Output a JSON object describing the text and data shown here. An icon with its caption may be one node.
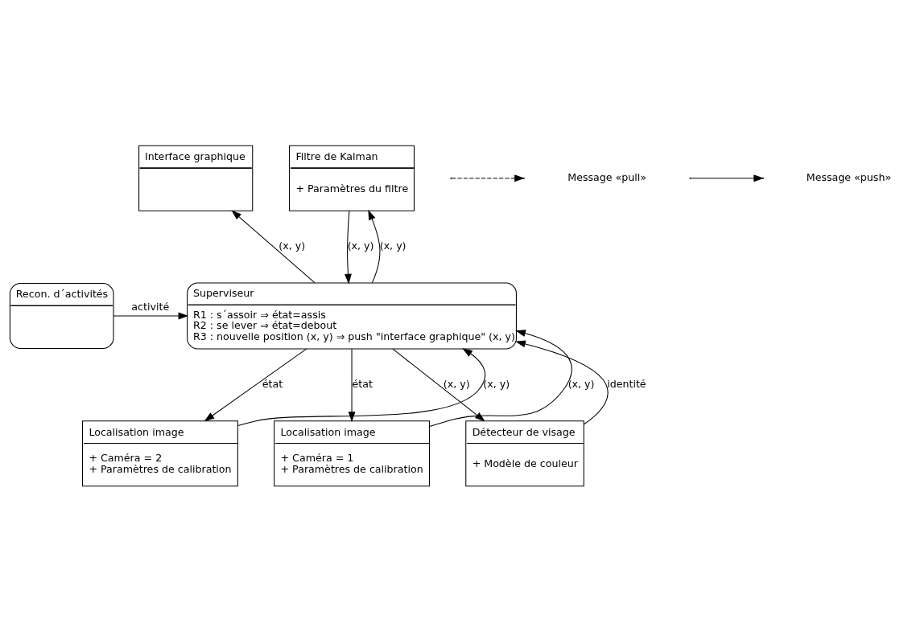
{
  "diagram": {
    "nodes": [
      {
        "text": [
          "Interface graphique"
        ]
      },
      {
        "text": [
          "Filtre de Kalman",
          "+ Paramètres du filtre"
        ]
      },
      {
        "text": [
          "Superviseur",
          "R1 : s´assoir ⇒ état=assis",
          "R2 : se lever ⇒ état=debout",
          "R3 : nouvelle position (x, y) ⇒ push \"interface graphique\" (x, y)"
        ]
      },
      {
        "text": [
          "Recon. d´activités"
        ]
      },
      {
        "text": [
          "Localisation image",
          "+ Caméra = 2",
          "+ Paramètres de calibration"
        ]
      },
      {
        "text": [
          "Localisation image",
          "+ Caméra = 1",
          "+ Paramètres de calibration"
        ]
      },
      {
        "text": [
          "Détecteur de visage",
          "+ Modèle de couleur"
        ]
      }
    ],
    "edges": [
      {
        "from": 2,
        "to": 0,
        "arrow": "to",
        "label": "(x, y)"
      },
      {
        "from": 1,
        "to": 2,
        "arrow": "to",
        "label": "(x, y)"
      },
      {
        "from": 2,
        "to": 1,
        "arrow": "to",
        "label": "(x, y)"
      },
      {
        "from": 3,
        "to": 2,
        "arrow": "to",
        "label": "activité"
      },
      {
        "from": 2,
        "to": 4,
        "arrow": "to",
        "label": "état"
      },
      {
        "from": 4,
        "to": 2,
        "arrow": "to",
        "label": "(x, y)"
      },
      {
        "from": 2,
        "to": 5,
        "arrow": "to",
        "label": "état"
      },
      {
        "from": 5,
        "to": 2,
        "arrow": "to",
        "label": "(x, y)"
      },
      {
        "from": 2,
        "to": 6,
        "arrow": "to",
        "label": "(x, y)"
      },
      {
        "from": 6,
        "to": 2,
        "arrow": "to",
        "label": "identité"
      }
    ],
    "legend": [
      {
        "text": "Message «pull»"
      },
      {
        "text": "Message «push»"
      }
    ]
  }
}
